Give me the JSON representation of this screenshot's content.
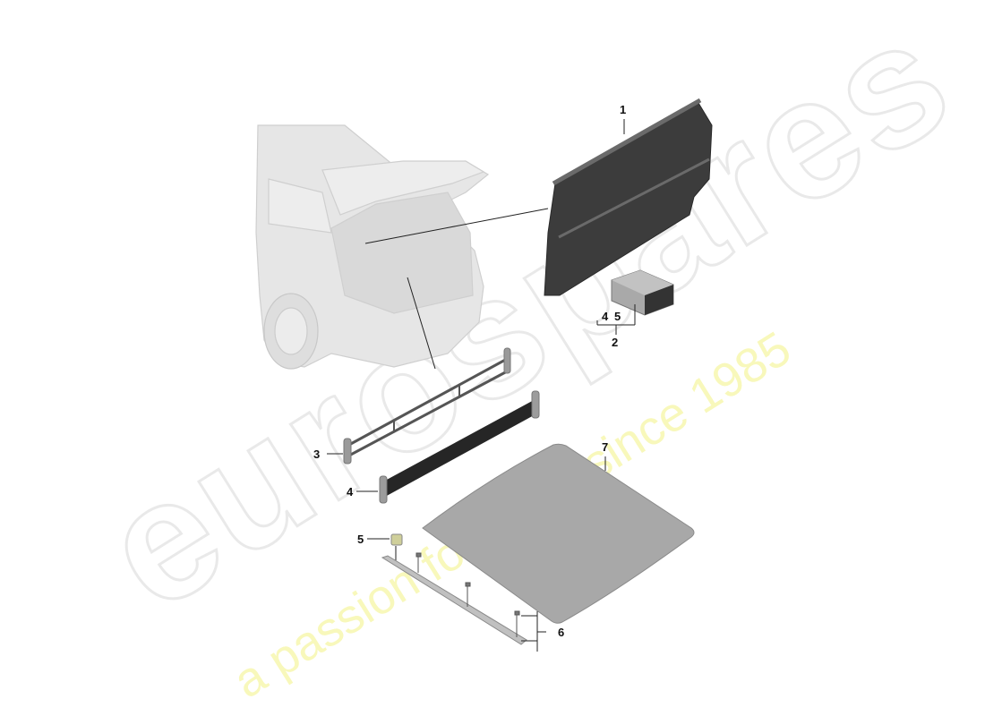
{
  "watermark": {
    "logo_text": "eurospares",
    "tagline": "a passion for parts since 1985",
    "logo_color": "#e4e4e4",
    "tagline_color": "#f5f59a"
  },
  "diagram": {
    "type": "exploded parts diagram",
    "subject": "luggage compartment cover / separating net / floor trim",
    "callouts": [
      {
        "id": "1",
        "label": "1",
        "part": "luggage compartment cover (roller blind)"
      },
      {
        "id": "2",
        "label": "2",
        "part": "set of parts (group bracket 4 5)"
      },
      {
        "id": "2a",
        "label": "4",
        "part": "group bracket sub-item"
      },
      {
        "id": "2b",
        "label": "5",
        "part": "group bracket sub-item"
      },
      {
        "id": "3",
        "label": "3",
        "part": "luggage net frame"
      },
      {
        "id": "4",
        "label": "4",
        "part": "separating net"
      },
      {
        "id": "5",
        "label": "5",
        "part": "clip / retainer"
      },
      {
        "id": "6",
        "label": "6",
        "part": "rail with screws"
      },
      {
        "id": "7",
        "label": "7",
        "part": "floor covering panel"
      }
    ],
    "colors": {
      "cover_dark": "#3c3c3c",
      "net_dark": "#262626",
      "floor_panel": "#a8a8a8",
      "car_ghost": "#d8d8d8",
      "leader_line": "#222222"
    }
  }
}
